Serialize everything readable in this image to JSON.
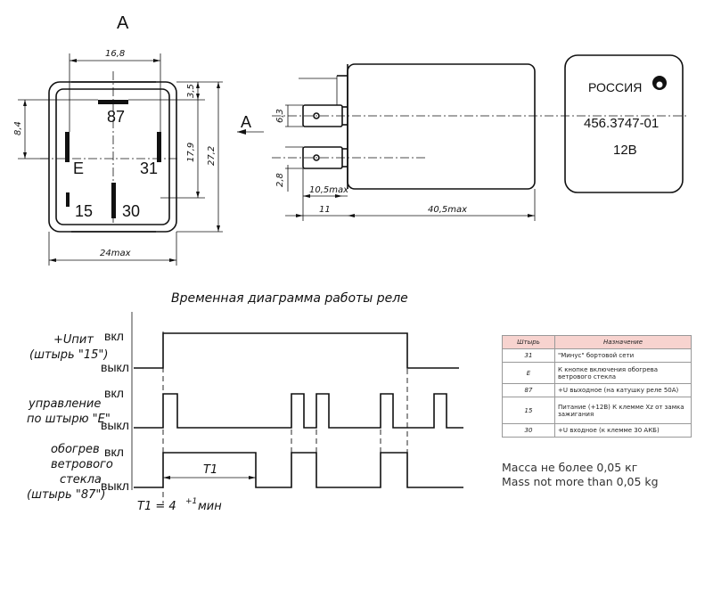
{
  "view_label": "А",
  "view_arrow_label": "А",
  "dimensions": {
    "width": "16,8",
    "top_gap": "3,5",
    "side_offset": "8,4",
    "inner_height": "17,9",
    "total_height": "27,2",
    "width_max": "24max",
    "pin_spacing": "6,3",
    "pin_offset": "2,8",
    "pin_length": "10,5max",
    "pin_base": "11",
    "body_length": "40,5max"
  },
  "pins": {
    "p87": "87",
    "pE": "E",
    "p31": "31",
    "p15": "15",
    "p30": "30"
  },
  "label_plate": {
    "country": "РОССИЯ",
    "part_number": "456.3747-01",
    "voltage": "12В"
  },
  "timing": {
    "title": "Временная диаграмма работы реле",
    "signals": [
      {
        "line1": "+Uпит",
        "line2": "(штырь \"15\")",
        "line3": ""
      },
      {
        "line1": "управление",
        "line2": "по штырю \"E\"",
        "line3": ""
      },
      {
        "line1": "обогрев",
        "line2": "ветрового",
        "line3": "стекла",
        "line4": "(штырь \"87\")"
      }
    ],
    "on": "вкл",
    "off": "выкл",
    "t1_label": "T1",
    "t1_formula_main": "T1 = 4",
    "t1_formula_sup": "+1",
    "t1_formula_unit": "мин"
  },
  "pin_table": {
    "headers": [
      "Штырь",
      "Назначение"
    ],
    "rows": [
      [
        "31",
        "\"Минус\" бортовой сети"
      ],
      [
        "E",
        "К кнопке включения обогрева ветрового стекла"
      ],
      [
        "87",
        "+U выходное (на катушку реле 50А)"
      ],
      [
        "15",
        "Питание (+12В) К клемме Xz от замка зажигания"
      ],
      [
        "30",
        "+U входное (к клемме 30 АКБ)"
      ]
    ]
  },
  "mass_ru": "Масса не более 0,05 кг",
  "mass_en": "Mass not more than 0,05 kg"
}
